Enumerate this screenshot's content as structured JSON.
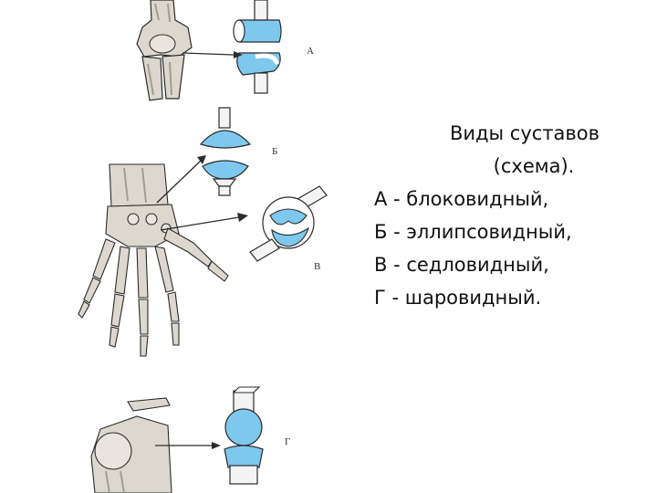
{
  "title_line1": "Виды суставов",
  "title_line2": "(схема).",
  "items": [
    "А - блоковидный,",
    "Б - эллипсовидный,",
    "В - седловидный,",
    "Г - шаровидный."
  ],
  "figure_letters": [
    "А",
    "Б",
    "В",
    "Г"
  ],
  "colors": {
    "cartilage_blue": "#7ec8ee",
    "bone": "#ddd8cf",
    "bone_shadow": "#a39c91",
    "outline": "#2b2b2b"
  }
}
